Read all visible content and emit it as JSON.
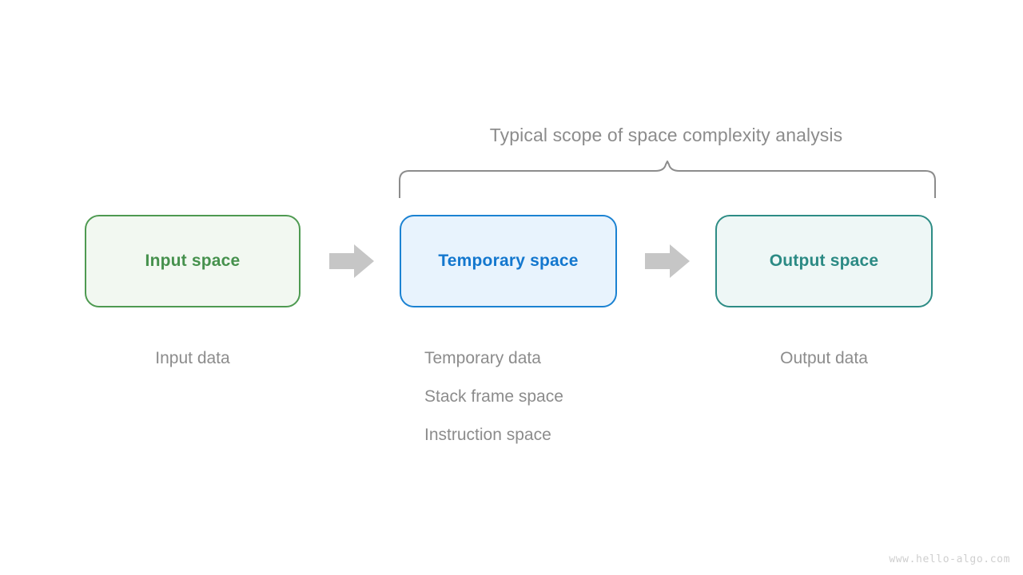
{
  "diagram": {
    "scope_title": "Typical scope of space complexity analysis",
    "watermark": "www.hello-algo.com",
    "colors": {
      "background": "#ffffff",
      "input_border": "#4e9a51",
      "input_fill": "#f2f8f1",
      "input_text": "#46914d",
      "temp_border": "#1b82d2",
      "temp_fill": "#e8f3fd",
      "temp_text": "#1377ce",
      "output_border": "#2d8c85",
      "output_fill": "#eef7f6",
      "output_text": "#2b8a84",
      "arrow": "#c6c6c6",
      "brace": "#8c8c8c",
      "caption_text": "#8c8c8c",
      "watermark_text": "#cfcfcf"
    },
    "boxes": [
      {
        "id": "input",
        "label": "Input space"
      },
      {
        "id": "temporary",
        "label": "Temporary space"
      },
      {
        "id": "output",
        "label": "Output space"
      }
    ],
    "arrows": [
      {
        "id": "input-to-temporary",
        "direction": "right"
      },
      {
        "id": "temporary-to-output",
        "direction": "right"
      }
    ],
    "captions": {
      "input": [
        "Input data"
      ],
      "temporary": [
        "Temporary data",
        "Stack frame space",
        "Instruction space"
      ],
      "output": [
        "Output data"
      ]
    }
  }
}
